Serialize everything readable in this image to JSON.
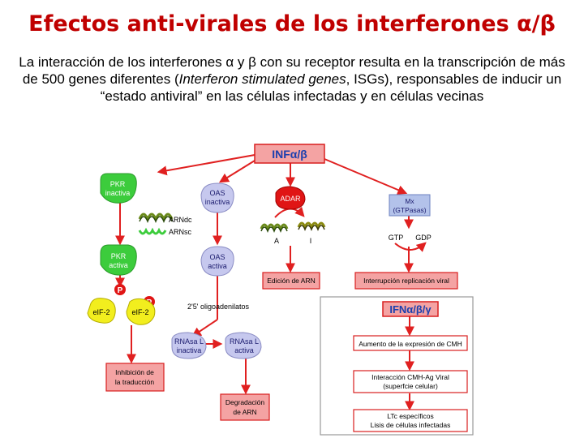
{
  "title": "Efectos anti-virales de los interferones α/β",
  "intro": {
    "p1": "La interacción de los interferones α y β con su receptor resulta en la transcripción de más de 500 genes diferentes (",
    "italic": "Interferon stimulated genes",
    "p2": ", ISGs), responsables de inducir un “estado antiviral” en las células infectadas y en células vecinas"
  },
  "diagram": {
    "inf_top": "INFα/β",
    "pkr_inactive": [
      "PKR",
      "inactiva"
    ],
    "arn_dc": "ARNdc",
    "arn_sc": "ARNsc",
    "pkr_active": [
      "PKR",
      "activa"
    ],
    "p_label": "P",
    "eif2": "eIF-2",
    "translation_inhibition": [
      "Inhibición de",
      "la traducción"
    ],
    "oas_inactive": [
      "OAS",
      "inactiva"
    ],
    "oas_active": [
      "OAS",
      "activa"
    ],
    "oligoadenylates": "2'5' oligoadenilatos",
    "rnasel_inactive": [
      "RNAsa L",
      "inactiva"
    ],
    "rnasel_active": [
      "RNAsa L",
      "activa"
    ],
    "arn_degradation": [
      "Degradación",
      "de ARN"
    ],
    "adar": "ADAR",
    "base_a": "A",
    "base_i": "I",
    "arn_edition": "Edición de ARN",
    "mx": [
      "Mx",
      "(GTPasas)"
    ],
    "gtp": "GTP",
    "gdp": "GDP",
    "replication_interruption": "Interrupción replicación viral",
    "ifn_abg": "IFNα/β/γ",
    "cmh_increase": "Aumento de la expresión de CMH",
    "cmh_interaction": [
      "Interacción CMH-Ag Viral",
      "(superfcie celular)"
    ],
    "ltc": [
      "LTc específicos",
      "Lisis de células infectadas"
    ]
  },
  "colors": {
    "title": "#c00000",
    "red_box_fill": "#f4a3a3",
    "red_box_stroke": "#d81e1e",
    "arrow_red": "#e02020",
    "green": "#3ccc3c",
    "lavender": "#c6c8ee",
    "yellow": "#f2ee1e",
    "phospho": "#e01515",
    "adar": "#e01515",
    "mx_blue": "#b3c2ea"
  }
}
